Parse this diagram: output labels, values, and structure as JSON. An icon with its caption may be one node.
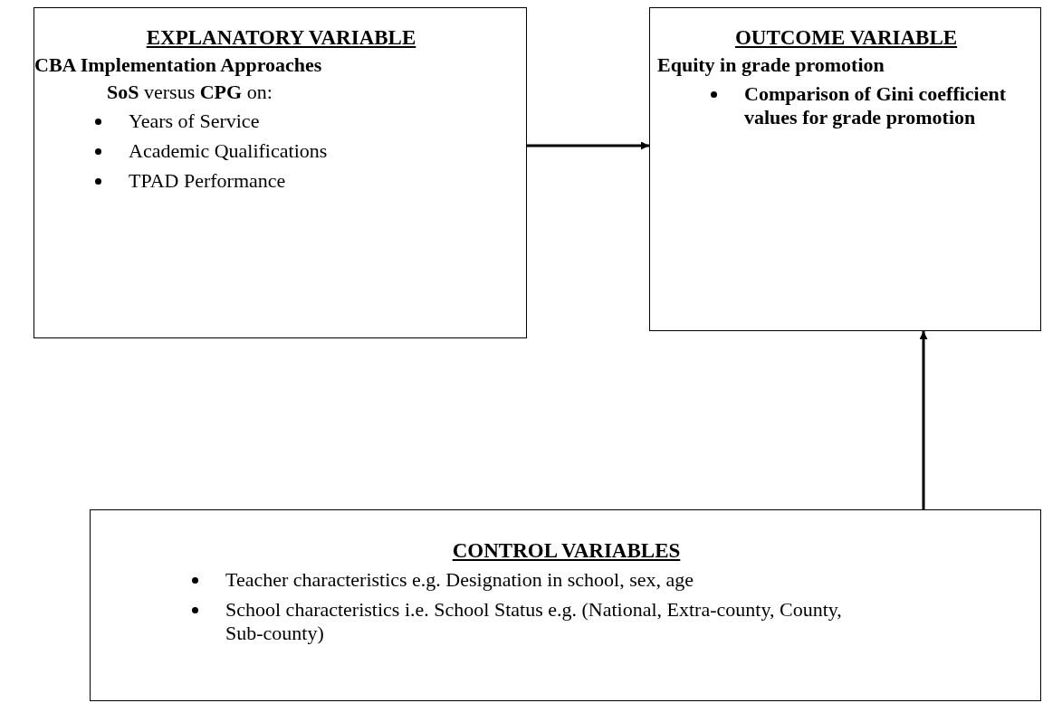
{
  "diagram": {
    "nodes": [
      {
        "text": [
          "EXPLANATORY VARIABLE",
          "CBA Implementation Approaches",
          "**SoS** versus **CPG** on:",
          "Years of Service",
          "Academic Qualifications",
          "TPAD Performance"
        ]
      },
      {
        "text": [
          "OUTCOME VARIABLE",
          "Equity in grade promotion",
          "Comparison of Gini coefficient values for grade promotion"
        ]
      },
      {
        "text": [
          "CONTROL VARIABLES",
          "Teacher characteristics e.g. Designation in school, sex, age",
          "School characteristics i.e. School Status e.g. (National, Extra-county, County, Sub-county)"
        ]
      }
    ],
    "edges": [
      {
        "from": 0,
        "to": 1,
        "arrow": "to"
      },
      {
        "from": 2,
        "to": 1,
        "arrow": "to"
      }
    ]
  }
}
